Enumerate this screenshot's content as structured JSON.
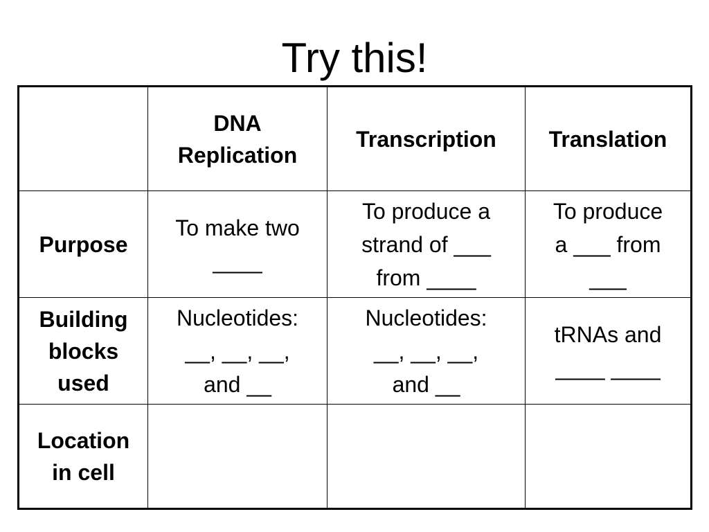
{
  "slide": {
    "title": "Try this!"
  },
  "table": {
    "corner": "",
    "headers": [
      "DNA\nReplication",
      "Transcription",
      "Translation"
    ],
    "rows": [
      {
        "label": "Purpose",
        "cells": [
          "To make two\n____",
          "To produce a\nstrand of ___\nfrom ____",
          "To produce\na ___ from\n___"
        ]
      },
      {
        "label": "Building\nblocks\nused",
        "cells": [
          "Nucleotides:\n__, __, __,\nand __",
          "Nucleotides:\n__, __, __,\nand __",
          "tRNAs and\n____ ____"
        ]
      },
      {
        "label": "Location\nin cell",
        "cells": [
          "",
          "",
          ""
        ]
      }
    ]
  }
}
